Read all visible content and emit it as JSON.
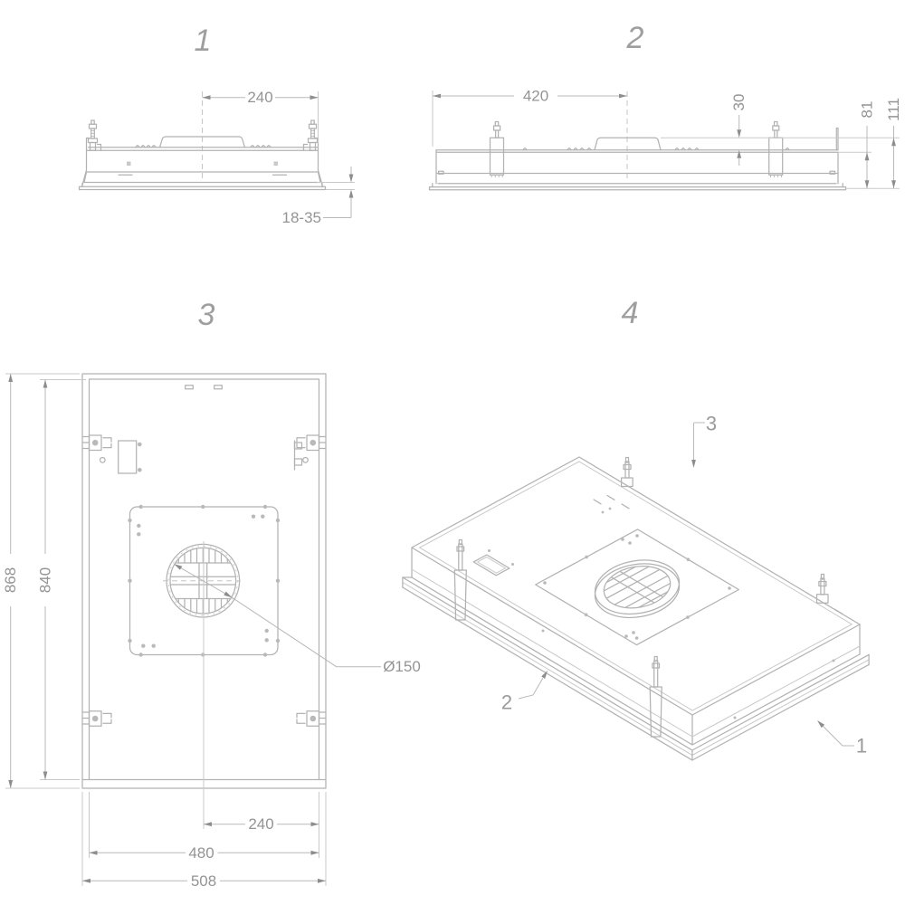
{
  "palette": {
    "background": "#ffffff",
    "line": "#b2b2b2",
    "thin_line": "#c9c9c9",
    "dimension_line": "#b9b9b9",
    "arrow": "#8d8d8d",
    "dimension_text": "#949494",
    "label_text": "#9e9e9e"
  },
  "views": {
    "side_short": {
      "label": "1",
      "dims": {
        "duct_center_to_edge": "240",
        "ceiling_panel_range": "18-35"
      }
    },
    "side_long": {
      "label": "2",
      "dims": {
        "duct_center_offset": "420",
        "collar_height": "30",
        "body_height": "81",
        "total_height": "111"
      }
    },
    "plan_top": {
      "label": "3",
      "dims": {
        "outer_length": "868",
        "body_length": "840",
        "duct_diameter": "Ø150",
        "duct_center_to_edge": "240",
        "body_width": "480",
        "outer_width": "508"
      }
    },
    "isometric": {
      "label": "4",
      "callouts": {
        "frame": "1",
        "body": "2",
        "bracket": "3"
      }
    }
  }
}
